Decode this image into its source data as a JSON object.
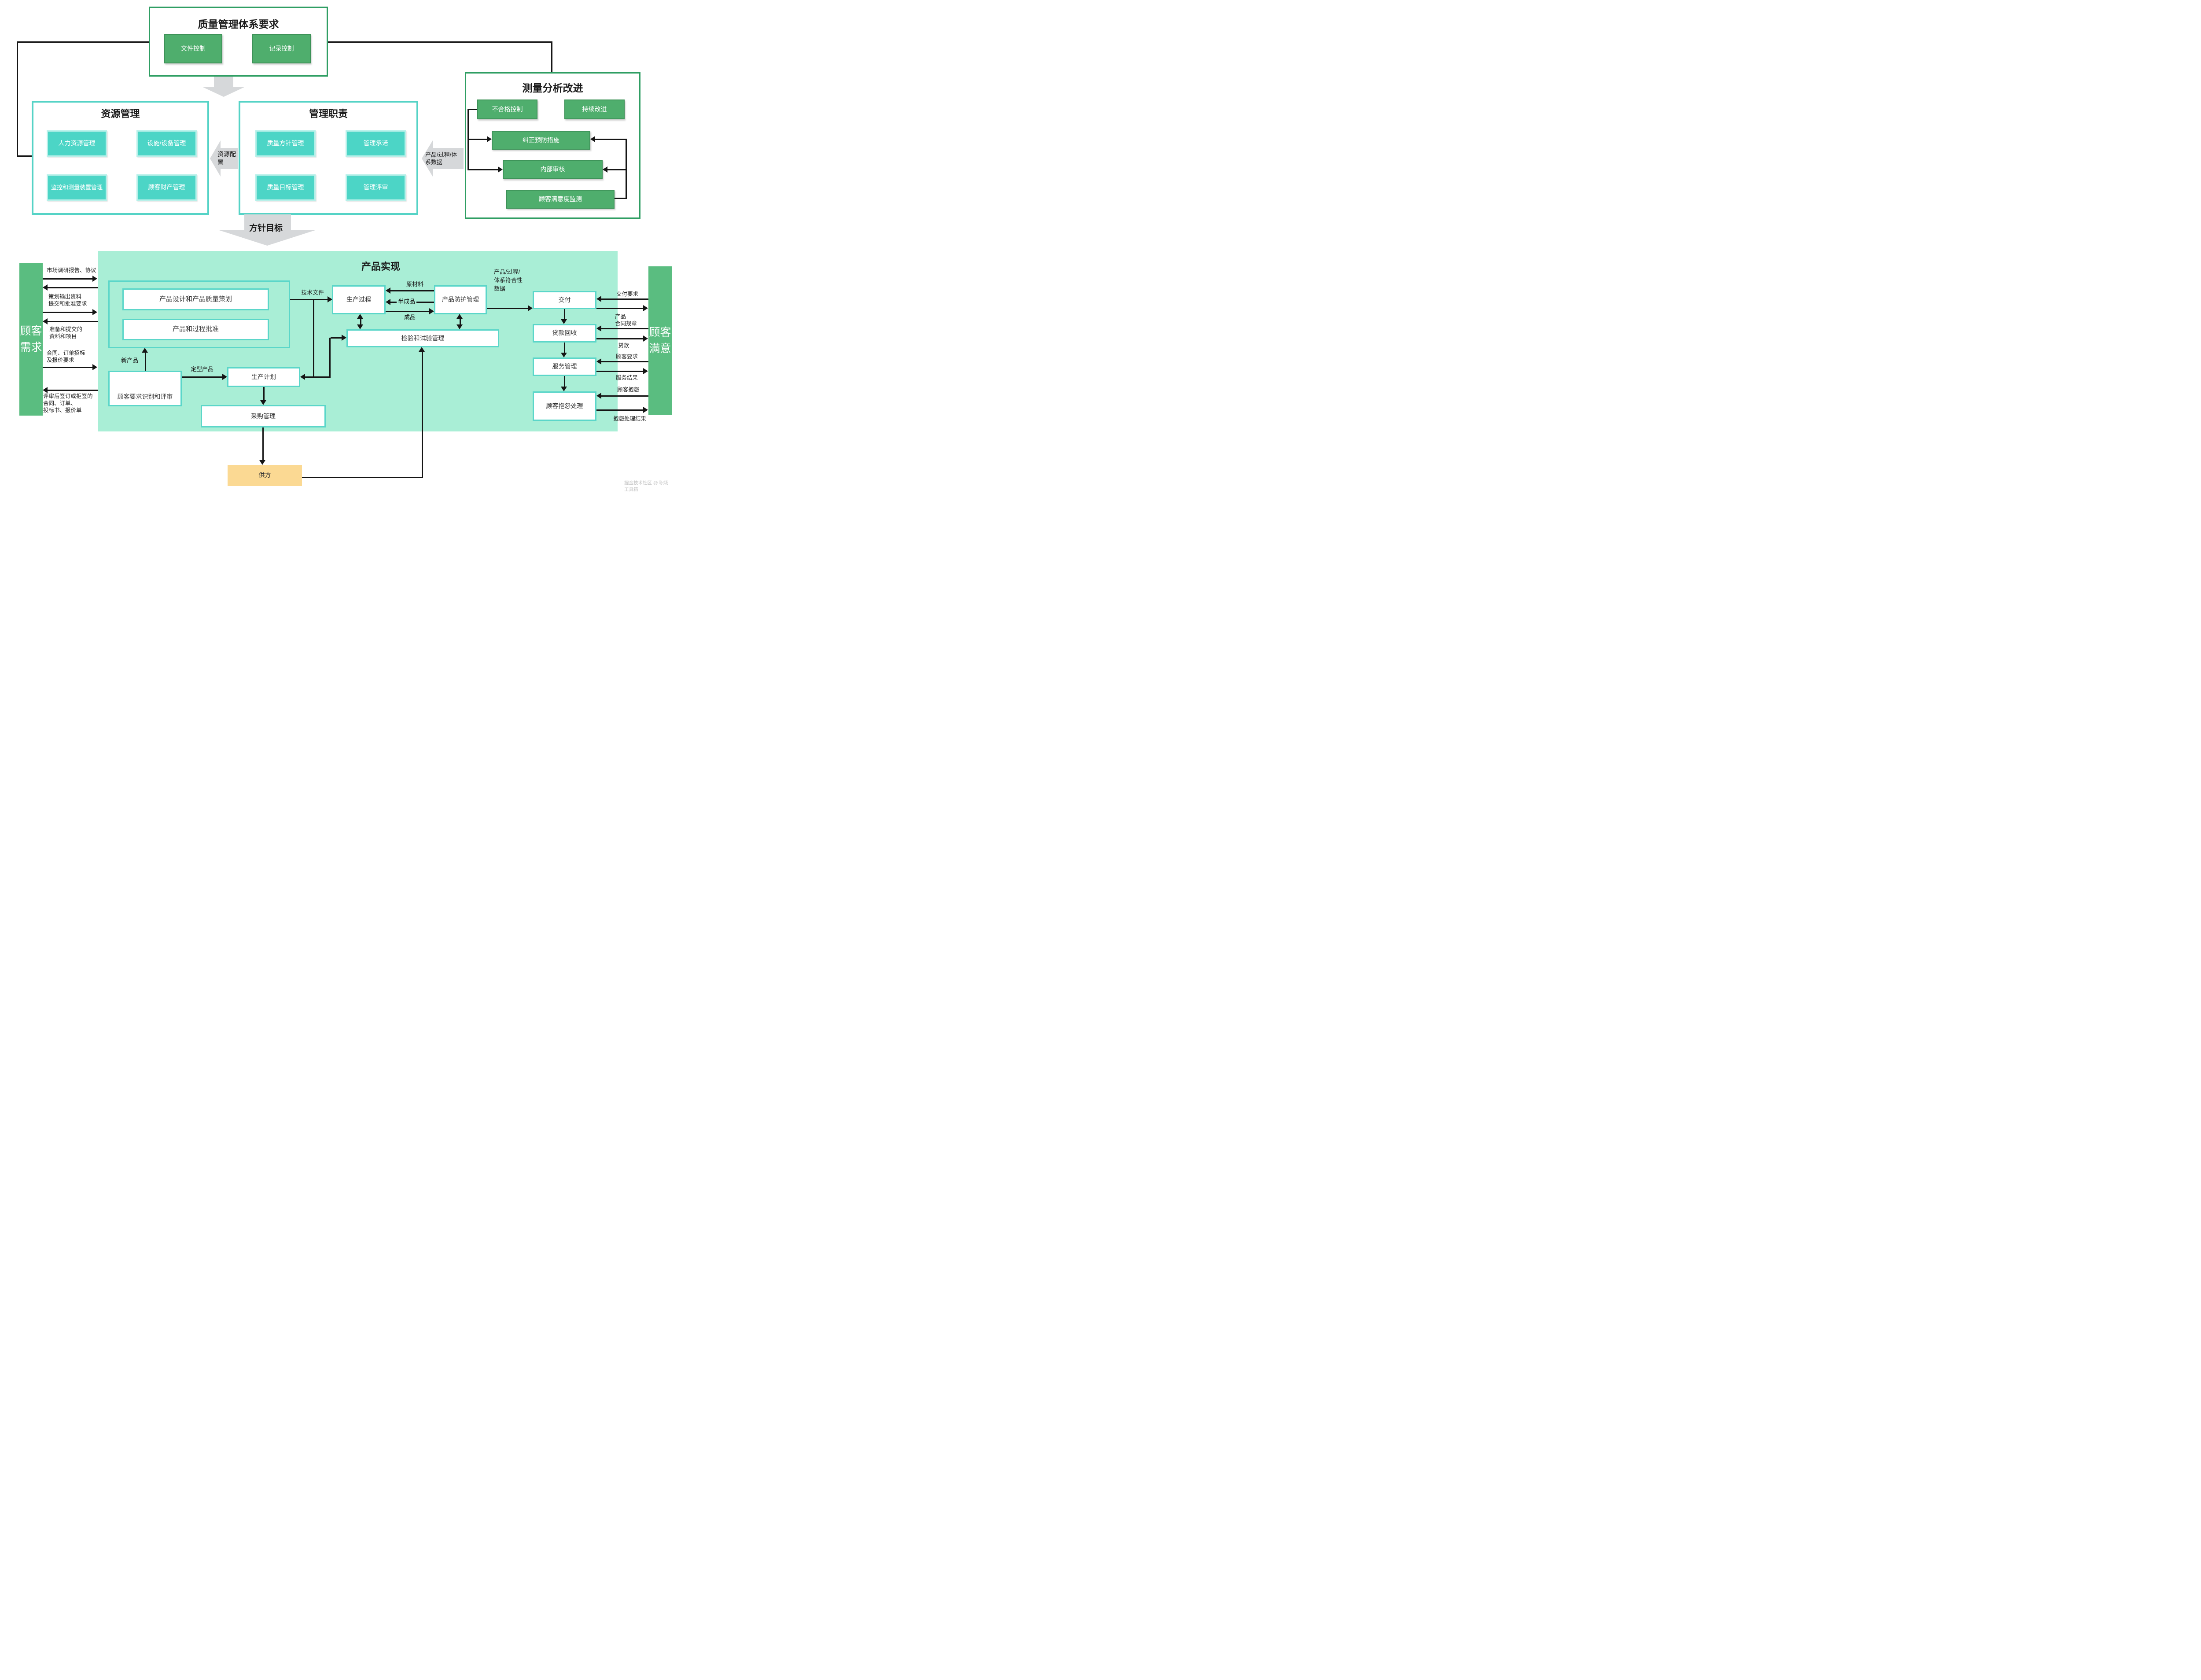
{
  "qms": {
    "title": "质量管理体系要求",
    "doc": "文件控制",
    "record": "记录控制"
  },
  "resource": {
    "title": "资源管理",
    "hr": "人力资源管理",
    "facility": "设施/设备管理",
    "monitor_device": "监控和测量装置管理",
    "customer_property": "顾客财产管理"
  },
  "duty": {
    "title": "管理职责",
    "policy": "质量方针管理",
    "commitment": "管理承诺",
    "objective": "质量目标管理",
    "review": "管理评审"
  },
  "measure": {
    "title": "测量分析改进",
    "nonconforming": "不合格控制",
    "continuous": "持续改进",
    "corrective": "纠正预防措施",
    "internal_audit": "内部审核",
    "satisfaction": "顾客满意度监测"
  },
  "flow_arrows": {
    "resource_alloc": "资源配\n置",
    "pps_data": "产品/过程/体\n系数据",
    "policy_goal": "方针目标"
  },
  "realization": {
    "title": "产品实现",
    "design_planning": "产品设计和产品质量策划",
    "approval": "产品和过程批准",
    "production": "生产过程",
    "protection": "产品防护管理",
    "inspection": "检验和试验管理",
    "req_review": "顾客要求识别和评审",
    "plan": "生产计划",
    "purchase": "采购管理",
    "delivery": "交付",
    "payment_recovery": "贷款回收",
    "service": "服务管理",
    "complaint_handle": "顾客抱怨处理",
    "supplier": "供方"
  },
  "labels": {
    "new_product": "新产品",
    "final_product": "定型产品",
    "tech_doc": "技术文件",
    "raw_material": "原材料",
    "semi_product": "半成品",
    "finished_product": "成品",
    "conformity_data": "产品/过程/\n体系符合性\n数据"
  },
  "customer_left": {
    "bar": "顾客\n需求",
    "l1": "市场调研报告、协议",
    "l2": "策划输出资料\n提交和批准要求",
    "l3": "准备和提交的\n资料和项目",
    "l4": "合同、订单招标\n及报价要求",
    "l5": "评审后签订或拒签的\n合同、订单、\n投标书、报价单"
  },
  "customer_right": {
    "bar": "顾客\n满意",
    "delivery_req": "交付要求",
    "contract": "产品\n合同规章",
    "payment": "贷款",
    "cust_req": "顾客要求",
    "service_result": "服务结果",
    "complaint": "顾客抱怨",
    "complaint_result": "抱怨处理结果"
  },
  "watermark": "掘金技术社区 @ 职场工具箱"
}
